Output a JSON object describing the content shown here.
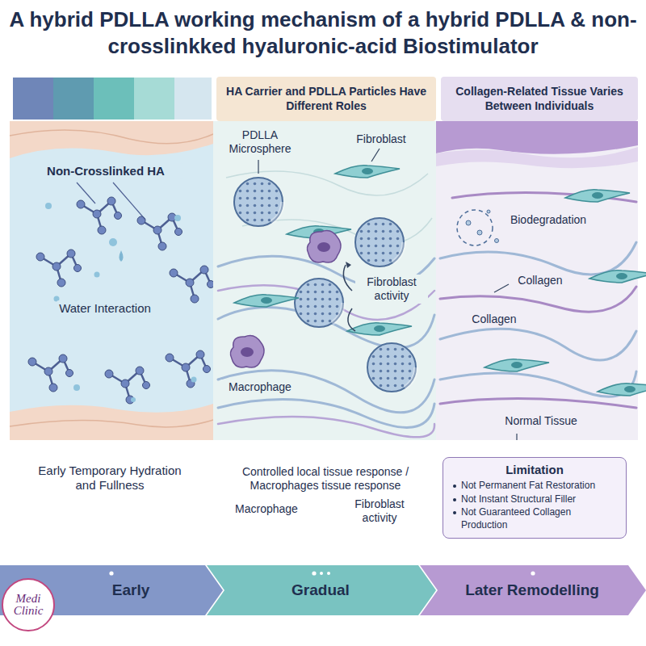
{
  "diagram": {
    "title": "A hybrid PDLLA working mechanism of a hybrid PDLLA & non-crosslinkked hyaluronic-acid Biostimulator",
    "nodes": [
      {
        "text": [
          "HA Carrier and PDLLA Particles Have Different Roles"
        ]
      },
      {
        "text": [
          "Collagen-Related Tissue Varies Between Individuals"
        ]
      },
      {
        "text": [
          "Limitation",
          "Not Permanent Fat Restoration",
          "Not Instant Structural Filler",
          "Not Guaranteed Collagen Production"
        ]
      },
      {
        "text": [
          "Early"
        ]
      },
      {
        "text": [
          "Gradual"
        ]
      },
      {
        "text": [
          "Later Remodelling"
        ]
      },
      {
        "text": [
          "Medi Clinic"
        ]
      }
    ],
    "labels": [
      "Non-Crosslinked HA",
      "Water Interaction",
      "PDLLA Microsphere",
      "Fibroblast",
      "Fibroblast activity",
      "Macrophage",
      "Biodegradation",
      "Collagen",
      "Collagen",
      "Normal Tissue",
      "Early Temporary Hydration and Fullness",
      "Controlled local tissue response / Macrophages tissue response",
      "Macrophage",
      "Fibroblast activity"
    ]
  }
}
